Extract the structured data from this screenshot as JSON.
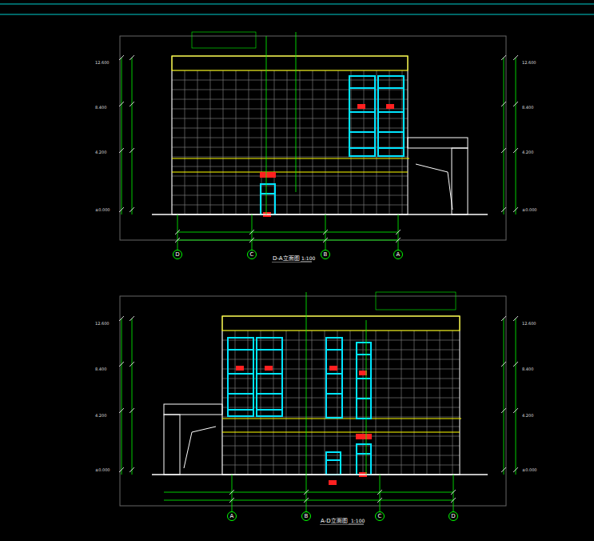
{
  "diagram": {
    "nodes": [
      {
        "text": [
          "D"
        ]
      },
      {
        "text": [
          "C"
        ]
      },
      {
        "text": [
          "B"
        ]
      },
      {
        "text": [
          "A"
        ]
      },
      {
        "text": [
          "A"
        ]
      },
      {
        "text": [
          "B"
        ]
      },
      {
        "text": [
          "C"
        ]
      },
      {
        "text": [
          "D"
        ]
      }
    ],
    "labels": [
      "D-A立面图",
      "1:100",
      "A-D立面图",
      "1:100",
      "12.600",
      "8.400",
      "4.200",
      "±0.000",
      "12.600",
      "8.400",
      "4.200",
      "±0.000",
      "12.600",
      "8.400",
      "4.200",
      "±0.000",
      "12.600",
      "8.400",
      "4.200",
      "±0.000"
    ]
  }
}
